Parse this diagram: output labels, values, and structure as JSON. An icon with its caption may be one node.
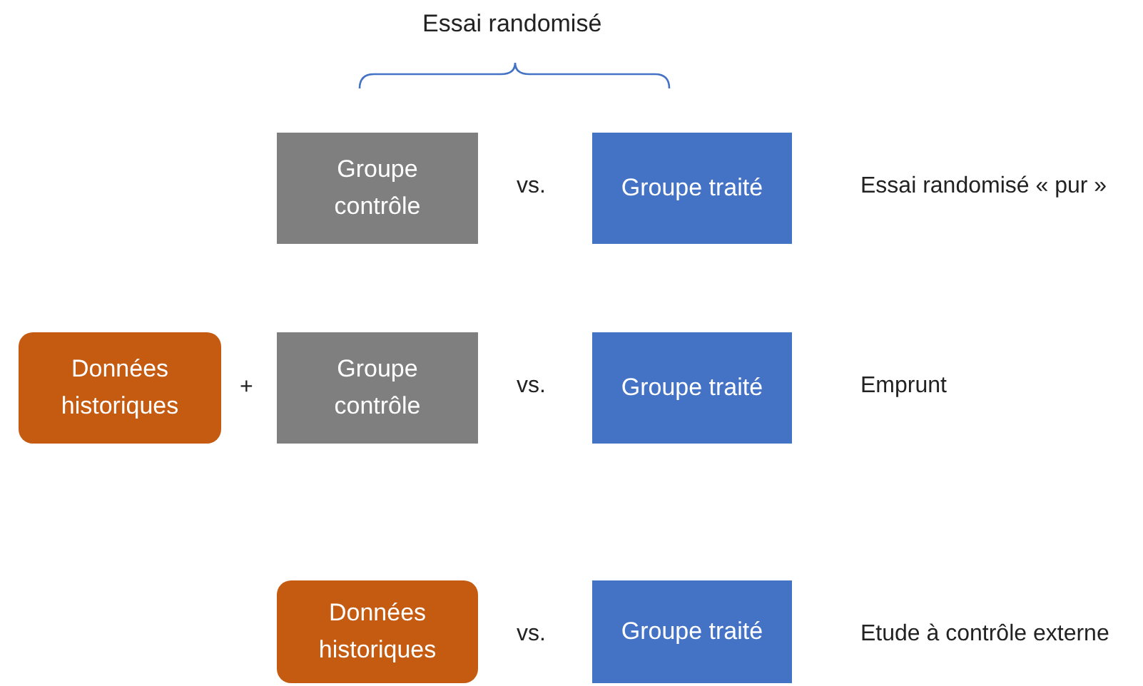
{
  "diagram": {
    "nodes": [
      {
        "text": [
          "Groupe contrôle"
        ]
      },
      {
        "text": [
          "Groupe traité"
        ]
      },
      {
        "text": [
          "Données historiques"
        ]
      },
      {
        "text": [
          "Groupe contrôle"
        ]
      },
      {
        "text": [
          "Groupe traité"
        ]
      },
      {
        "text": [
          "Données historiques"
        ]
      },
      {
        "text": [
          "Groupe traité"
        ]
      }
    ],
    "labels": [
      "Essai randomisé",
      "vs.",
      "Essai randomisé « pur »",
      "+",
      "vs.",
      "Emprunt",
      "vs.",
      "Etude à contrôle externe"
    ]
  }
}
